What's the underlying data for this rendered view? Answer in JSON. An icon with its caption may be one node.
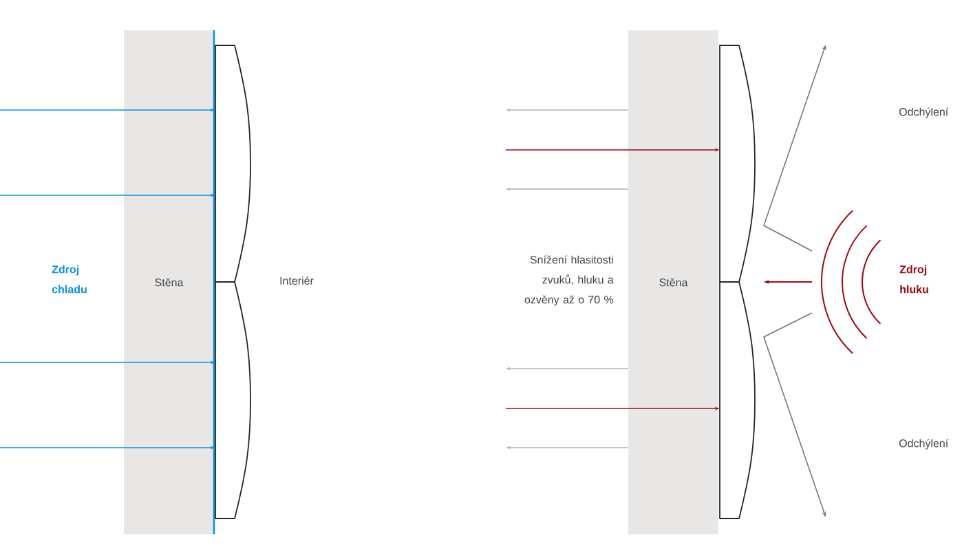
{
  "diagram": {
    "nodes": [
      {
        "text": [
          "Stěna"
        ]
      },
      {
        "text": [],
        "shape": "panel"
      },
      {
        "text": [],
        "shape": "panel"
      },
      {
        "text": [
          "Stěna"
        ]
      },
      {
        "text": [],
        "shape": "panel"
      },
      {
        "text": [],
        "shape": "panel"
      }
    ],
    "edges": [
      {
        "from": null,
        "to": 1,
        "arrow": "to",
        "color": "#0a8fe0"
      },
      {
        "from": null,
        "to": 1,
        "arrow": "to",
        "color": "#0a8fe0"
      },
      {
        "from": null,
        "to": 2,
        "arrow": "to",
        "color": "#0a8fe0"
      },
      {
        "from": null,
        "to": 2,
        "arrow": "to",
        "color": "#0a8fe0"
      },
      {
        "from": 3,
        "to": null,
        "arrow": "to",
        "color": "#b3b3b3"
      },
      {
        "from": null,
        "to": 4,
        "arrow": "to",
        "color": "#9b0a14"
      },
      {
        "from": 3,
        "to": null,
        "arrow": "to",
        "color": "#b3b3b3"
      },
      {
        "from": 3,
        "to": null,
        "arrow": "to",
        "color": "#b3b3b3"
      },
      {
        "from": null,
        "to": 5,
        "arrow": "to",
        "color": "#9b0a14"
      },
      {
        "from": 3,
        "to": null,
        "arrow": "to",
        "color": "#b3b3b3"
      }
    ],
    "labels": [
      "Zdroj chladu",
      "Interiér",
      "Odchýlení",
      "Snížení hlasitosti zvuků, hluku a ozvěny až o 70 %",
      "Zdroj hluku",
      "Odchýlení"
    ]
  }
}
